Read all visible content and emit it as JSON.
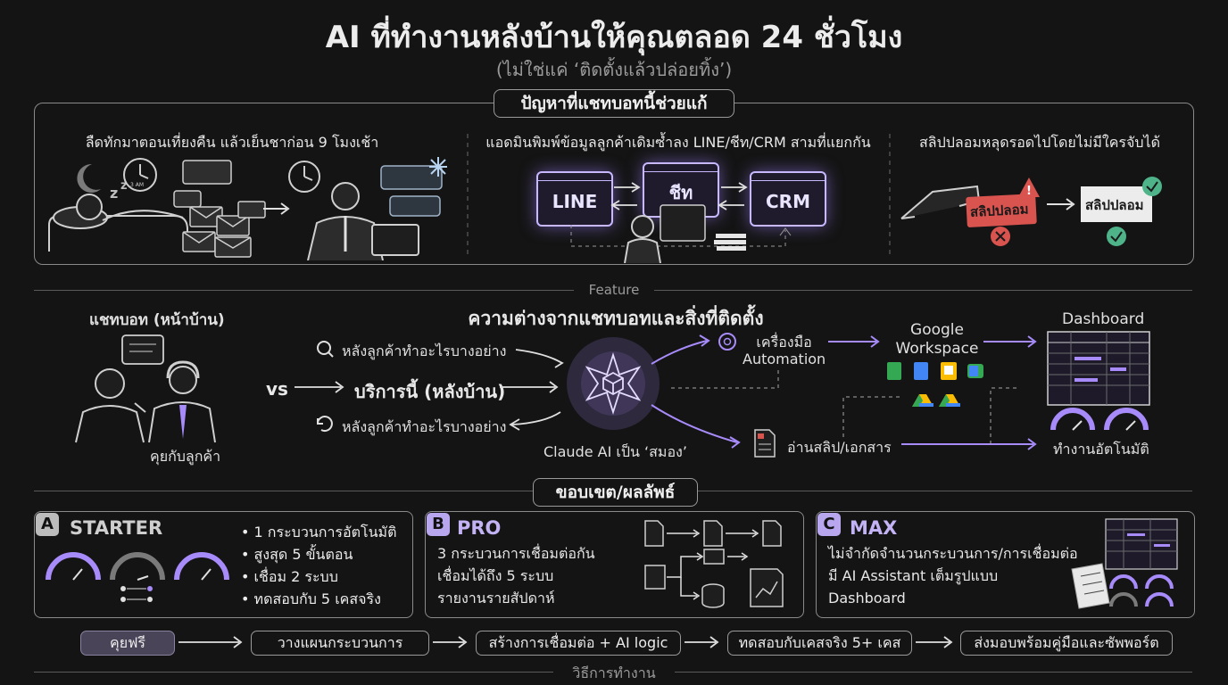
{
  "header": {
    "title": "AI ที่ทำงานหลังบ้านให้คุณตลอด 24 ชั่วโมง",
    "subtitle": "(ไม่ใช่แค่ ‘ติดตั้งแล้วปล่อยทิ้ง’)"
  },
  "problems": {
    "section_label": "ปัญหาที่แชทบอทนี้ช่วยแก้",
    "items": [
      {
        "caption": "ลืดทักมาตอนเที่ยงคืน แล้วเย็นชาก่อน 9 โมงเช้า",
        "clock_label": "3 AM"
      },
      {
        "caption": "แอดมินพิมพ์ข้อมูลลูกค้าเดิมซ้ำลง LINE/ชีท/CRM สามที่แยกกัน",
        "windows": [
          "LINE",
          "ชีท",
          "CRM"
        ]
      },
      {
        "caption": "สลิปปลอมหลุดรอดไปโดยไม่มีใครจับได้",
        "fake_slip": "สลิปปลอม",
        "real_slip": "สลิปปลอม"
      }
    ]
  },
  "feature": {
    "divider_label": "Feature",
    "heading": "ความต่างจากแชทบอทและสิ่งที่ติดตั้ง",
    "chatbot_label": "แชทบอท (หน้าบ้าน)",
    "chatbot_caption": "คุยกับลูกค้า",
    "vs_label": "vs",
    "top_flow": "หลังลูกค้าทำอะไรบางอย่าง",
    "service_label": "บริการนี้ (หลังบ้าน)",
    "bottom_flow": "หลังลูกค้าทำอะไรบางอย่าง",
    "brain_label": "Claude AI เป็น ‘สมอง’",
    "automation_label": "เครื่องมือ\nAutomation",
    "workspace_label": "Google\nWorkspace",
    "dashboard_label": "Dashboard",
    "read_slip_label": "อ่านสลิป/เอกสาร",
    "auto_label": "ทำงานอัตโนมัติ"
  },
  "scope": {
    "section_label": "ขอบเขต/ผลลัพธ์",
    "tiers": [
      {
        "badge": "A",
        "name": "STARTER",
        "color": "#bcbcbc",
        "name_color": "#cfcfcf",
        "bullets": [
          "1 กระบวนการอัตโนมัติ",
          "สูงสุด 5 ขั้นตอน",
          "เชื่อม 2 ระบบ",
          "ทดสอบกับ 5 เคสจริง"
        ]
      },
      {
        "badge": "B",
        "name": "PRO",
        "color": "#b8a6ee",
        "name_color": "#c3b3f5",
        "bullets": [
          "3 กระบวนการเชื่อมต่อกัน",
          "เชื่อมได้ถึง 5 ระบบ",
          "รายงานรายสัปดาห์"
        ]
      },
      {
        "badge": "C",
        "name": "MAX",
        "color": "#b8a6ee",
        "name_color": "#c3b3f5",
        "bullets": [
          "ไม่จำกัดจำนวนกระบวนการ/การเชื่อมต่อ",
          "มี AI Assistant เต็มรูปแบบ",
          "Dashboard"
        ]
      }
    ]
  },
  "process": {
    "steps": [
      "คุยฟรี",
      "วางแผนกระบวนการ",
      "สร้างการเชื่อมต่อ + AI logic",
      "ทดสอบกับเคสจริง 5+ เคส",
      "ส่งมอบพร้อมคู่มือและซัพพอร์ต"
    ],
    "label": "วิธีการทำงาน"
  },
  "colors": {
    "accent": "#a78bfa",
    "danger": "#d9534f",
    "ok": "#4fb38a"
  }
}
